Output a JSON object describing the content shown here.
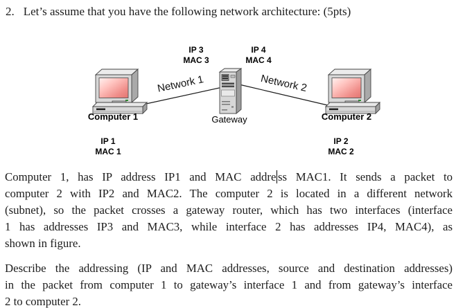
{
  "page": {
    "background": "#ffffff",
    "text_color": "#1c1c1c"
  },
  "question": {
    "number": "2.",
    "title": "Let’s assume that you have the following network architecture: (5pts)"
  },
  "diagram": {
    "screen_gradient": [
      "#fff3f1",
      "#ffc4c0",
      "#ef8c88",
      "#e27470"
    ],
    "computer1": {
      "label": "Computer 1",
      "ip": "IP 1",
      "mac": "MAC 1"
    },
    "computer2": {
      "label": "Computer 2",
      "ip": "IP 2",
      "mac": "MAC 2"
    },
    "gateway": {
      "label": "Gateway",
      "interface1": {
        "ip": "IP 3",
        "mac": "MAC 3"
      },
      "interface2": {
        "ip": "IP 4",
        "mac": "MAC 4"
      }
    },
    "links": [
      {
        "label": "Network 1"
      },
      {
        "label": "Network 2"
      }
    ]
  },
  "body": {
    "para1_lines": {
      "l1_before_caret": "Computer 1, has IP address IP1 and MAC addre",
      "l1_after_caret": "ss MAC1. It sends a packet to",
      "l2": "computer 2 with IP2 and MAC2. The computer 2 is located in a different network",
      "l3": "(subnet), so the packet crosses a gateway router, which has two interfaces (interface",
      "l4": "1 has addresses IP3 and MAC3, while interface 2 has addresses IP4, MAC4), as",
      "l5": "shown in figure."
    },
    "para2_lines": {
      "l1": "Describe the addressing (IP and MAC addresses, source and destination addresses)",
      "l2": "in the packet from computer 1 to gateway’s interface 1 and from gateway’s interface",
      "l3": "2 to computer 2."
    }
  }
}
